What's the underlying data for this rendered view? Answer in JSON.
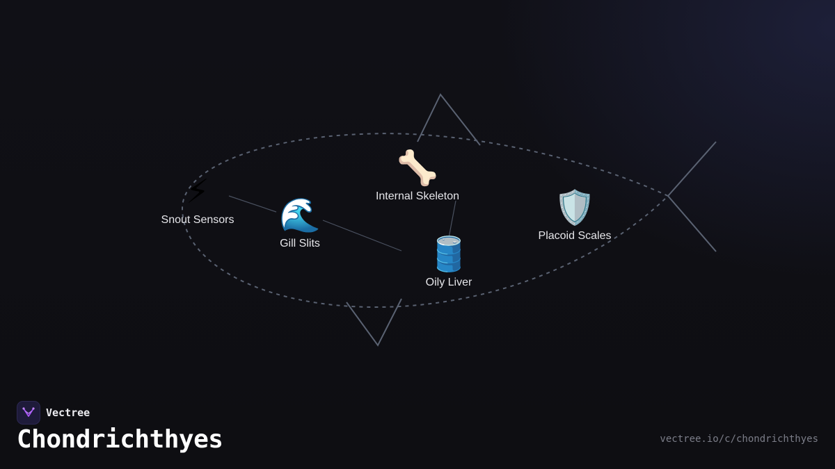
{
  "brand": {
    "name": "Vectree",
    "logo_icon": "vectree-logo-icon"
  },
  "title": "Chondrichthyes",
  "url": "vectree.io/c/chondrichthyes",
  "nodes": [
    {
      "key": "snout-sensors",
      "icon": "⚡",
      "icon_name": "lightning-icon",
      "label": "Snout Sensors"
    },
    {
      "key": "gill-slits",
      "icon": "🌊",
      "icon_name": "wave-icon",
      "label": "Gill Slits"
    },
    {
      "key": "internal-skeleton",
      "icon": "🦴",
      "icon_name": "bone-icon",
      "label": "Internal Skeleton"
    },
    {
      "key": "oily-liver",
      "icon": "🛢️",
      "icon_name": "oil-drum-icon",
      "label": "Oily Liver"
    },
    {
      "key": "placoid-scales",
      "icon": "🛡️",
      "icon_name": "shield-icon",
      "label": "Placoid Scales"
    }
  ],
  "colors": {
    "background": "#0f0f14",
    "outline": "#5a6272",
    "connector": "#4a5160",
    "label": "#e6e6ea",
    "url": "#7b7d88"
  }
}
